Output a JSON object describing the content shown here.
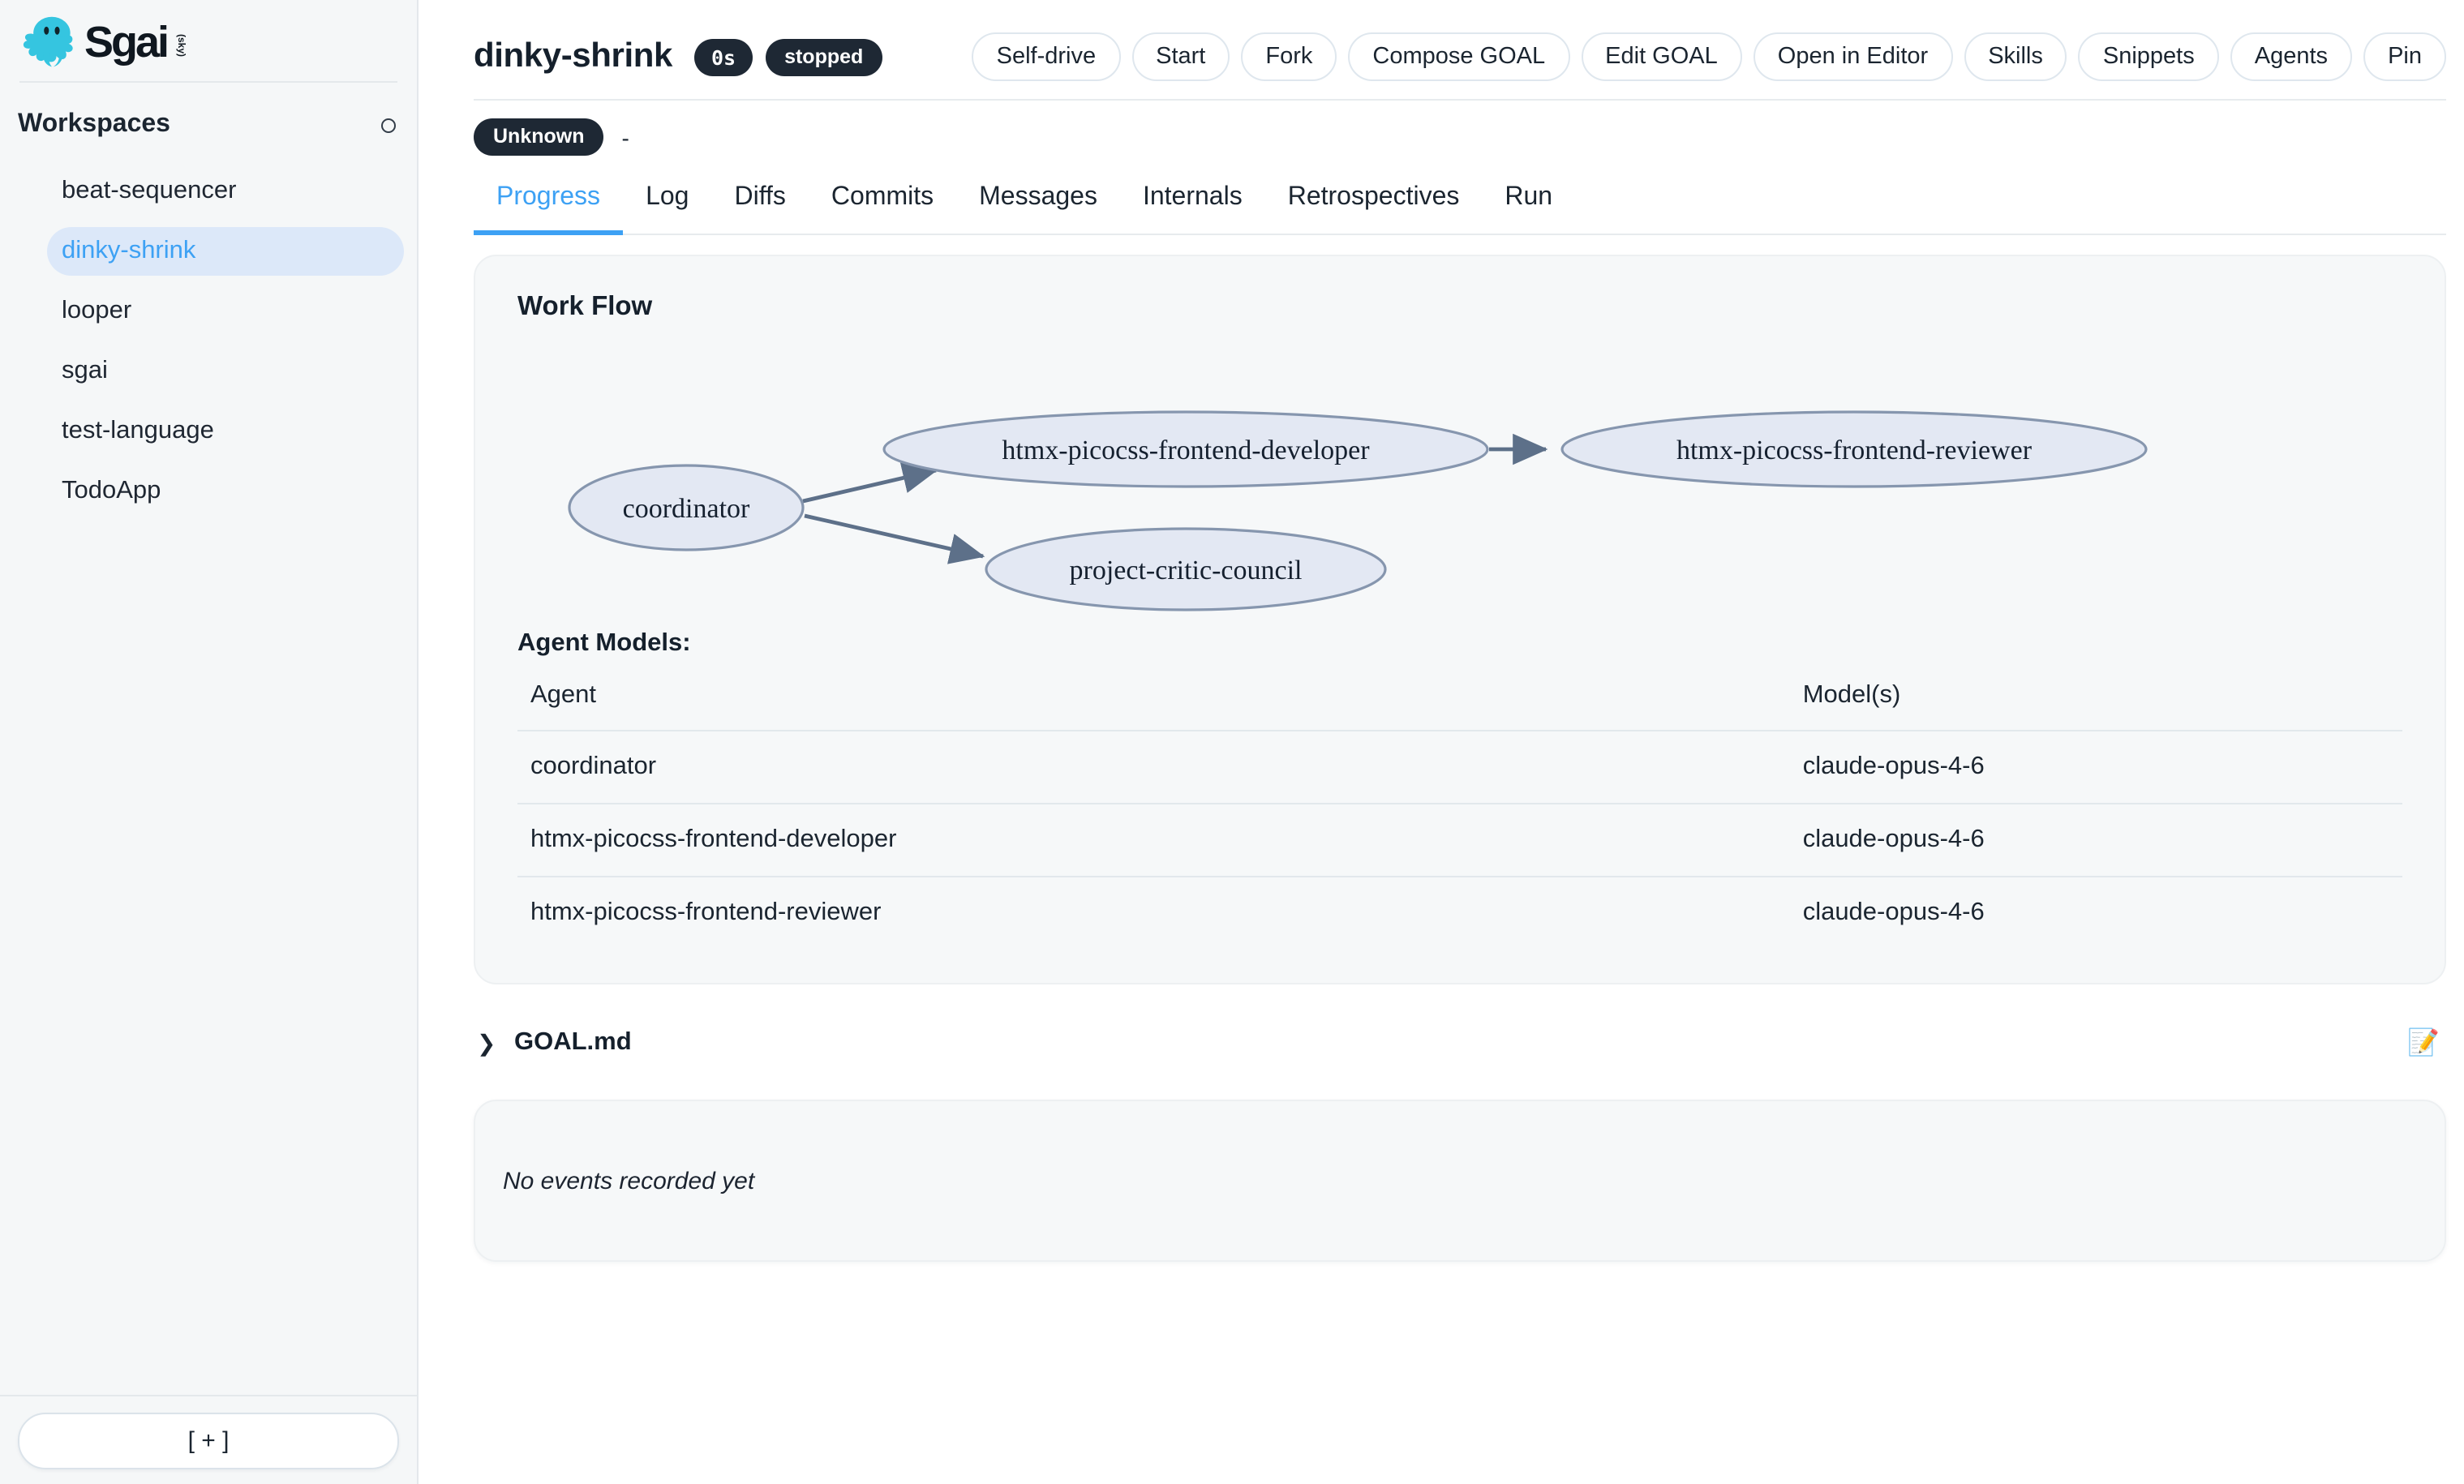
{
  "app": {
    "logo_text": "Sgai",
    "logo_sub": "(sky)"
  },
  "sidebar": {
    "header": "Workspaces",
    "items": [
      {
        "label": "beat-sequencer",
        "selected": false
      },
      {
        "label": "dinky-shrink",
        "selected": true
      },
      {
        "label": "looper",
        "selected": false
      },
      {
        "label": "sgai",
        "selected": false
      },
      {
        "label": "test-language",
        "selected": false
      },
      {
        "label": "TodoApp",
        "selected": false
      }
    ],
    "add_button": "[ + ]"
  },
  "header": {
    "title": "dinky-shrink",
    "duration_badge": "0s",
    "status_badge": "stopped",
    "state_badge": "Unknown",
    "state_suffix": "-",
    "actions": [
      "Self-drive",
      "Start",
      "Fork",
      "Compose GOAL",
      "Edit GOAL",
      "Open in Editor",
      "Skills",
      "Snippets",
      "Agents",
      "Pin"
    ]
  },
  "tabs": [
    {
      "label": "Progress",
      "active": true
    },
    {
      "label": "Log",
      "active": false
    },
    {
      "label": "Diffs",
      "active": false
    },
    {
      "label": "Commits",
      "active": false
    },
    {
      "label": "Messages",
      "active": false
    },
    {
      "label": "Internals",
      "active": false
    },
    {
      "label": "Retrospectives",
      "active": false
    },
    {
      "label": "Run",
      "active": false
    }
  ],
  "workflow": {
    "title": "Work Flow",
    "nodes": [
      "coordinator",
      "htmx-picocss-frontend-developer",
      "htmx-picocss-frontend-reviewer",
      "project-critic-council"
    ],
    "edges": [
      [
        "coordinator",
        "htmx-picocss-frontend-developer"
      ],
      [
        "htmx-picocss-frontend-developer",
        "htmx-picocss-frontend-reviewer"
      ],
      [
        "coordinator",
        "project-critic-council"
      ]
    ],
    "agent_models": {
      "label": "Agent Models:",
      "columns": [
        "Agent",
        "Model(s)"
      ],
      "rows": [
        [
          "coordinator",
          "claude-opus-4-6"
        ],
        [
          "htmx-picocss-frontend-developer",
          "claude-opus-4-6"
        ],
        [
          "htmx-picocss-frontend-reviewer",
          "claude-opus-4-6"
        ]
      ]
    }
  },
  "goal": {
    "label": "GOAL.md",
    "edit_icon": "📝"
  },
  "events": {
    "empty_message": "No events recorded yet"
  },
  "colors": {
    "accent_blue": "#3da1f4",
    "badge_dark": "#1e2834",
    "sidebar_bg": "#f5f7f8",
    "card_bg": "#f6f8f9",
    "node_fill": "#e3e8f3",
    "node_stroke": "#8696ae",
    "arrow": "#5d7089",
    "selected_item_bg": "#dce8f9",
    "logo_cyan": "#35c5e0"
  }
}
